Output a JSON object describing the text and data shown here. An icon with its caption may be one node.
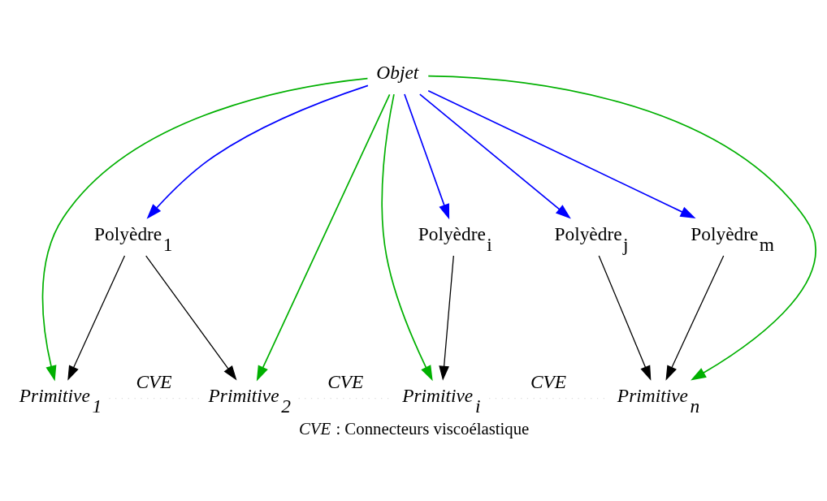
{
  "diagram": {
    "caption": "*CVE* : Connecteurs viscoélastique",
    "nodes": [
      {
        "text": [
          "Objet"
        ]
      },
      {
        "text": [
          "Polyèdre$_{1}$"
        ]
      },
      {
        "text": [
          "Polyèdre$_{i}$"
        ]
      },
      {
        "text": [
          "Polyèdre$_{j}$"
        ]
      },
      {
        "text": [
          "Polyèdre$_{m}$"
        ]
      },
      {
        "text": [
          "Primitive$_{1}$"
        ]
      },
      {
        "text": [
          "Primitive$_{2}$"
        ]
      },
      {
        "text": [
          "Primitive$_{i}$"
        ]
      },
      {
        "text": [
          "Primitive$_{n}$"
        ]
      }
    ],
    "edges": [
      {
        "from": 0,
        "to": 1,
        "arrow": "to",
        "color": "#0000ff"
      },
      {
        "from": 0,
        "to": 2,
        "arrow": "to",
        "color": "#0000ff"
      },
      {
        "from": 0,
        "to": 3,
        "arrow": "to",
        "color": "#0000ff"
      },
      {
        "from": 0,
        "to": 4,
        "arrow": "to",
        "color": "#0000ff"
      },
      {
        "from": 0,
        "to": 5,
        "arrow": "to",
        "color": "#00b000"
      },
      {
        "from": 0,
        "to": 6,
        "arrow": "to",
        "color": "#00b000"
      },
      {
        "from": 0,
        "to": 7,
        "arrow": "to",
        "color": "#00b000"
      },
      {
        "from": 0,
        "to": 8,
        "arrow": "to",
        "color": "#00b000"
      },
      {
        "from": 1,
        "to": 5,
        "arrow": "to"
      },
      {
        "from": 1,
        "to": 6,
        "arrow": "to"
      },
      {
        "from": 2,
        "to": 7,
        "arrow": "to"
      },
      {
        "from": 3,
        "to": 8,
        "arrow": "to"
      },
      {
        "from": 4,
        "to": 8,
        "arrow": "to"
      },
      {
        "from": 5,
        "to": 6,
        "arrow": "none",
        "style": "dashed",
        "color": "#dddddd",
        "label": "*CVE*"
      },
      {
        "from": 6,
        "to": 7,
        "arrow": "none",
        "style": "dashed",
        "color": "#dddddd",
        "label": "*CVE*"
      },
      {
        "from": 7,
        "to": 8,
        "arrow": "none",
        "style": "dashed",
        "color": "#dddddd",
        "label": "*CVE*"
      }
    ]
  }
}
